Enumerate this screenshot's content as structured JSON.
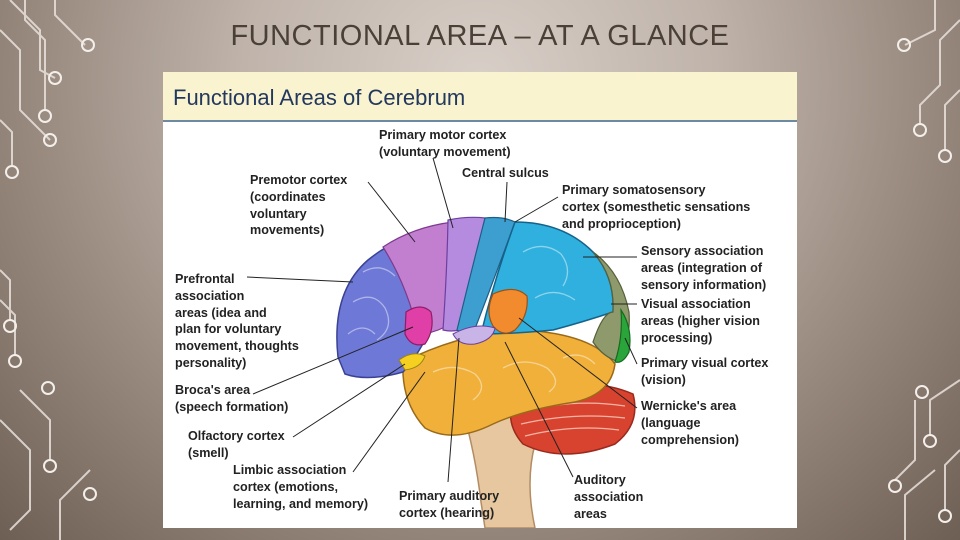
{
  "slide": {
    "title": "FUNCTIONAL AREA – AT A GLANCE"
  },
  "figure": {
    "title": "Functional Areas of Cerebrum",
    "labels": {
      "primary_motor": "Primary motor cortex\n(voluntary movement)",
      "central_sulcus": "Central sulcus",
      "premotor": "Premotor cortex\n(coordinates\nvoluntary\nmovements)",
      "somatosensory": "Primary somatosensory\ncortex (somesthetic sensations\nand proprioception)",
      "sensory_assoc": "Sensory association\nareas (integration of\nsensory information)",
      "prefrontal": "Prefrontal\nassociation\nareas (idea and\nplan for voluntary\nmovement, thoughts\npersonality)",
      "visual_assoc": "Visual association\nareas (higher vision\nprocessing)",
      "primary_visual": "Primary visual cortex\n(vision)",
      "broca": "Broca's area\n(speech formation)",
      "wernicke": "Wernicke's area\n(language\ncomprehension)",
      "olfactory": "Olfactory cortex\n(smell)",
      "limbic": "Limbic association\ncortex (emotions,\nlearning, and memory)",
      "primary_auditory": "Primary auditory\ncortex (hearing)",
      "auditory_assoc": "Auditory\nassociation\nareas"
    }
  },
  "colors": {
    "frontal": "#6e78d6",
    "premotor": "#c27fd0",
    "motor": "#b58be0",
    "somatosensory": "#3d9fd0",
    "sensory_assoc": "#2fb0de",
    "visual_assoc": "#8e9a6b",
    "primary_visual": "#2aa53a",
    "temporal": "#f0b03a",
    "auditory": "#f28a2e",
    "broca": "#e03fa8",
    "cerebellum": "#d8432f",
    "brainstem": "#e6c7a0"
  }
}
